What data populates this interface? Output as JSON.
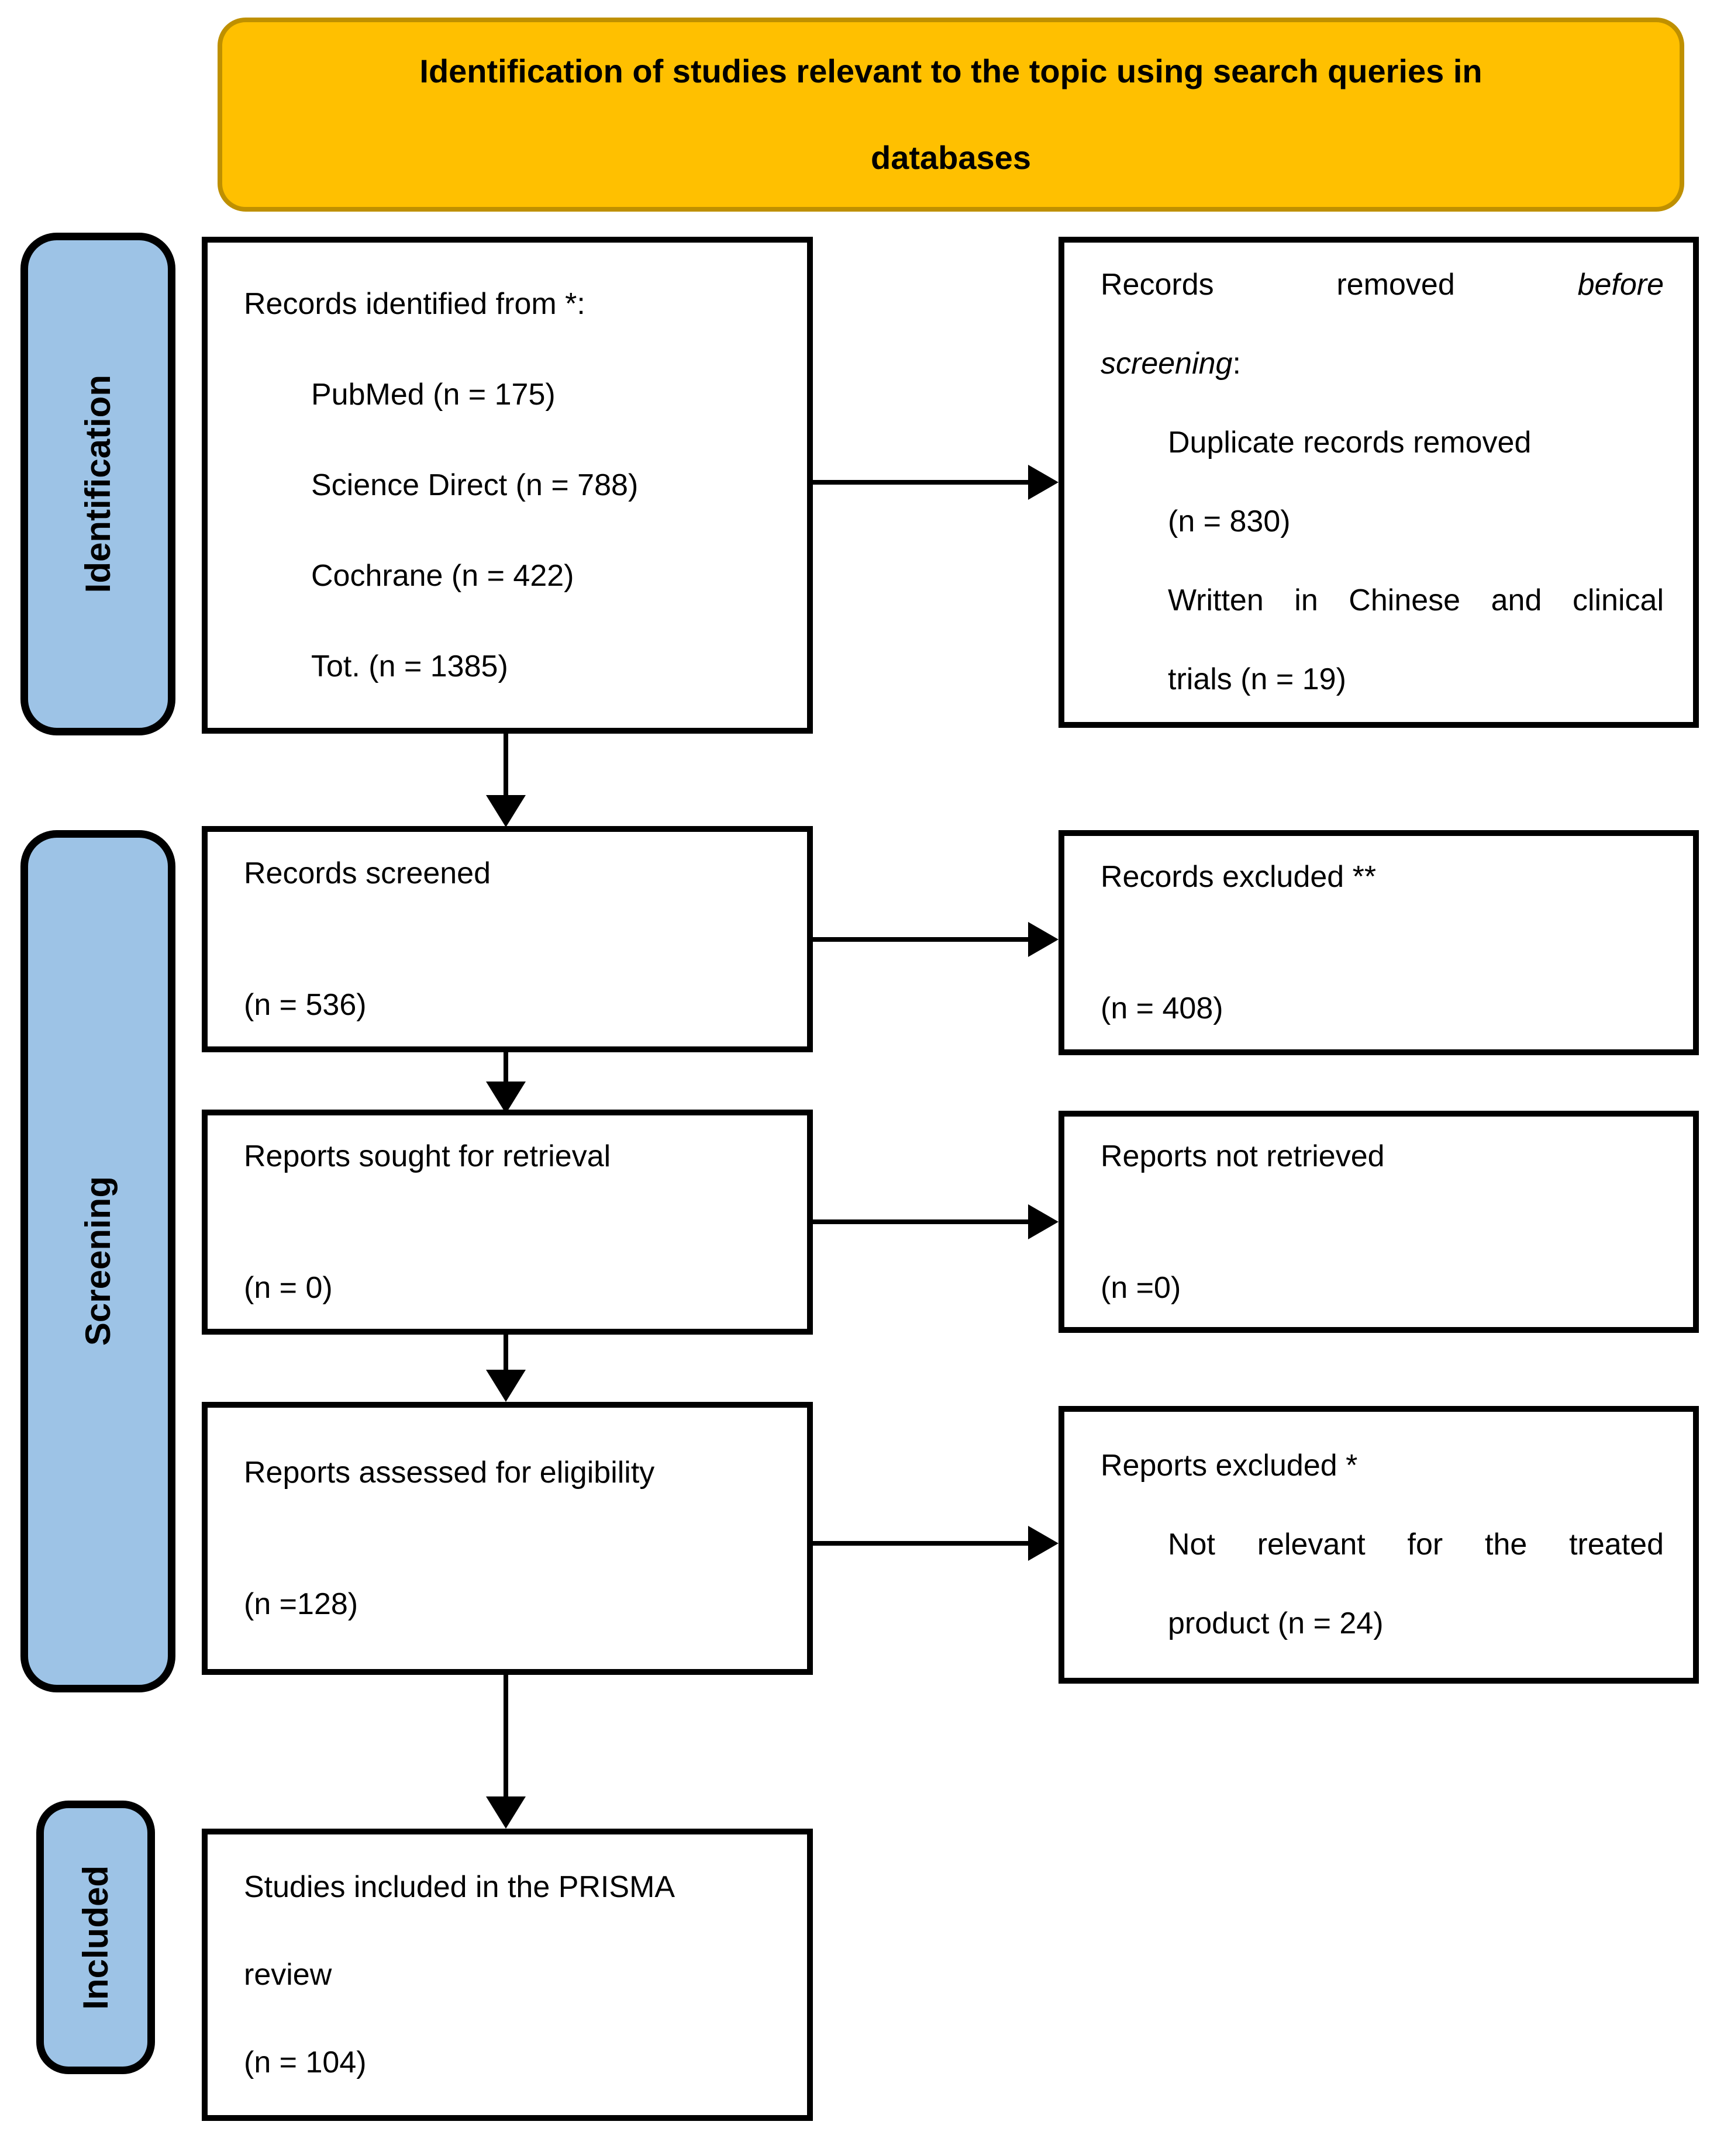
{
  "banner": {
    "line1": "Identification of studies relevant to the topic using search queries in",
    "line2": "databases"
  },
  "stages": [
    {
      "label": "Identification"
    },
    {
      "label": "Screening"
    },
    {
      "label": "Included"
    }
  ],
  "boxes": {
    "records_identified": {
      "intro": "Records identified from *:",
      "items": [
        "PubMed (n = 175)",
        "Science Direct (n = 788)",
        "Cochrane (n = 422)",
        "Tot. (n = 1385)"
      ]
    },
    "records_removed": {
      "intro_part1": "Records removed",
      "intro_part2_italic": "before",
      "intro_part3_italic": "screening",
      "intro_part4": ":",
      "item1_line1": "Duplicate records removed",
      "item1_line2": "(n = 830)",
      "item2_line1": "Written in Chinese and clinical",
      "item2_line2": "trials (n = 19)"
    },
    "records_screened": {
      "line1": "Records screened",
      "line2": "(n = 536)"
    },
    "records_excluded": {
      "line1": "Records excluded **",
      "line2": "(n = 408)"
    },
    "reports_sought": {
      "line1": "Reports sought for retrieval",
      "line2": "(n = 0)"
    },
    "reports_not_retrieved": {
      "line1": "Reports not retrieved",
      "line2": "(n =0)"
    },
    "reports_assessed": {
      "line1": "Reports assessed for eligibility",
      "line2": "(n =128)"
    },
    "reports_excluded": {
      "title": "Reports excluded *",
      "item_line1": "Not relevant for the treated",
      "item_line2": "product (n = 24)"
    },
    "studies_included": {
      "line1": "Studies included in the PRISMA",
      "line2": "review",
      "line3": "(n = 104)"
    }
  },
  "colors": {
    "banner_fill": "#FFC000",
    "banner_border": "#BF9000",
    "stage_fill": "#9DC3E6",
    "box_border": "#000000",
    "arrow": "#000000"
  }
}
